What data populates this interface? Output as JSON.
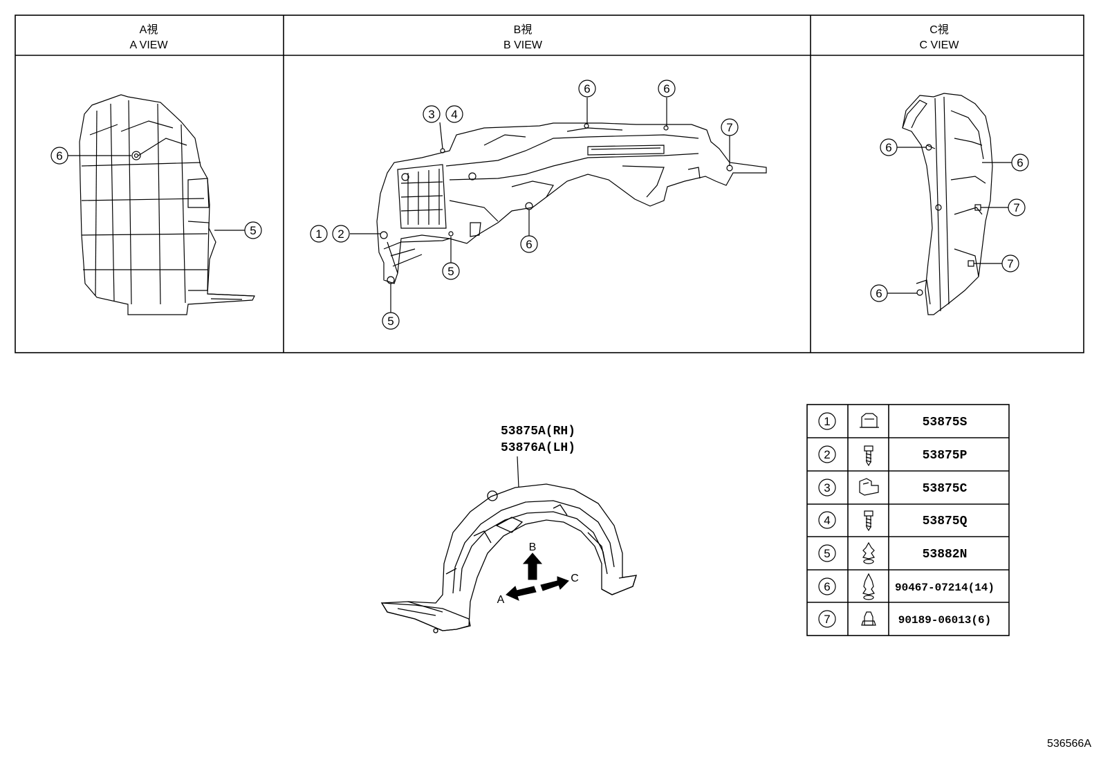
{
  "views": [
    {
      "title_jp": "A視",
      "title_en": "A VIEW"
    },
    {
      "title_jp": "B視",
      "title_en": "B VIEW"
    },
    {
      "title_jp": "C視",
      "title_en": "C VIEW"
    }
  ],
  "callouts": {
    "view_a": [
      "6",
      "5"
    ],
    "view_b": [
      "6",
      "6",
      "3",
      "4",
      "7",
      "1",
      "2",
      "5",
      "6",
      "5"
    ],
    "view_c": [
      "6",
      "6",
      "7",
      "7",
      "6"
    ]
  },
  "main_part": {
    "rh": "53875A(RH)",
    "lh": "53876A(LH)"
  },
  "direction_labels": {
    "a": "A",
    "b": "B",
    "c": "C"
  },
  "parts_table": [
    {
      "num": "1",
      "icon": "clip-icon",
      "part": "53875S"
    },
    {
      "num": "2",
      "icon": "screw-icon",
      "part": "53875P"
    },
    {
      "num": "3",
      "icon": "nut-clip-icon",
      "part": "53875C"
    },
    {
      "num": "4",
      "icon": "screw-icon",
      "part": "53875Q"
    },
    {
      "num": "5",
      "icon": "push-rivet-icon",
      "part": "53882N"
    },
    {
      "num": "6",
      "icon": "push-rivet-icon",
      "part": "90467-07214(14)"
    },
    {
      "num": "7",
      "icon": "grommet-icon",
      "part": "90189-06013(6)"
    }
  ],
  "diagram_id": "536566A"
}
